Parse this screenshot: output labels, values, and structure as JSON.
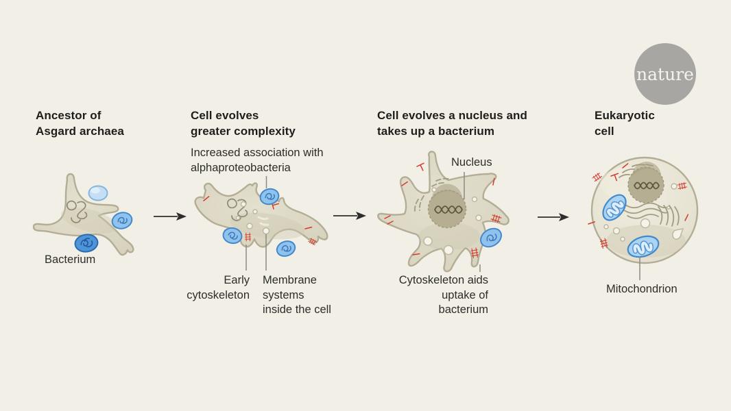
{
  "canvas": {
    "background": "#f2efe6"
  },
  "logo": {
    "label": "nature"
  },
  "stages": [
    {
      "id": "ancestor",
      "title": "Ancestor of\nAsgard archaea",
      "labels": {
        "bacterium": "Bacterium"
      }
    },
    {
      "id": "complexity",
      "title": "Cell evolves\ngreater complexity",
      "labels": {
        "association": "Increased association with\nalphaproteobacteria",
        "early_cytoskeleton": "Early\ncytoskeleton",
        "membrane_systems": "Membrane\nsystems\ninside the cell"
      }
    },
    {
      "id": "nucleus",
      "title": "Cell evolves a nucleus and\ntakes up a bacterium",
      "labels": {
        "nucleus": "Nucleus",
        "uptake": "Cytoskeleton aids\nuptake of\nbacterium"
      }
    },
    {
      "id": "eukaryote",
      "title": "Eukaryotic\ncell",
      "labels": {
        "mitochondrion": "Mitochondrion"
      }
    }
  ],
  "icons": {
    "arrow_right": "right-arrow between stages (3x)",
    "nature_logo": "gray circle with serif wordmark"
  },
  "colors": {
    "background": "#f2efe6",
    "heading_text": "#1e1d1b",
    "label_text": "#2d2c29",
    "cell_fill": "#dcd8c5",
    "cell_outline": "#b2ad94",
    "nucleus_fill": "#b6ae92",
    "organelle_line": "#a29b80",
    "cytoskeleton_red": "#d4392c",
    "bacterium_light": "#c5def4",
    "bacterium_mid": "#8fc3ee",
    "bacterium_dark": "#4f94d8",
    "mitochondrion_fill": "#aad4f2",
    "arrow": "#2e2d2b",
    "leader_line": "#8b8b85",
    "logo_bg": "#a7a6a2",
    "logo_text": "#f5f3ee"
  }
}
